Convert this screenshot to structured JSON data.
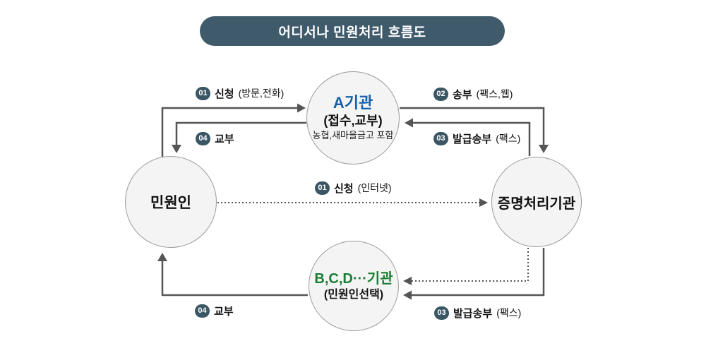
{
  "title": "어디서나 민원처리 흐름도",
  "nodes": {
    "applicant": {
      "label": "민원인"
    },
    "agency_a": {
      "title": "A기관",
      "subtitle": "(접수,교부)",
      "note": "농협,새마을금고 포함"
    },
    "cert_agency": {
      "label": "증명처리기관"
    },
    "agency_bcd": {
      "title": "B,C,D···기관",
      "subtitle": "(민원인선택)"
    }
  },
  "edges": {
    "apply_visit": {
      "num": "01",
      "label": "신청",
      "detail": "(방문,전화)"
    },
    "issue_top": {
      "num": "04",
      "label": "교부",
      "detail": ""
    },
    "send": {
      "num": "02",
      "label": "송부",
      "detail": "(팩스,웹)"
    },
    "issue_send_top": {
      "num": "03",
      "label": "발급송부",
      "detail": "(팩스)"
    },
    "apply_internet": {
      "num": "01",
      "label": "신청",
      "detail": "(인터넷)"
    },
    "issue_send_bottom": {
      "num": "03",
      "label": "발급송부",
      "detail": "(팩스)"
    },
    "issue_bottom": {
      "num": "04",
      "label": "교부",
      "detail": ""
    }
  },
  "colors": {
    "title_pill": "#3f5a6b",
    "badge": "#3a5664",
    "arrow_line": "#555555",
    "node_fill": "#f4f4f4",
    "node_border": "#9a9a9a",
    "agency_a_title": "#1560ad",
    "agency_bcd_title": "#1b7d34"
  }
}
